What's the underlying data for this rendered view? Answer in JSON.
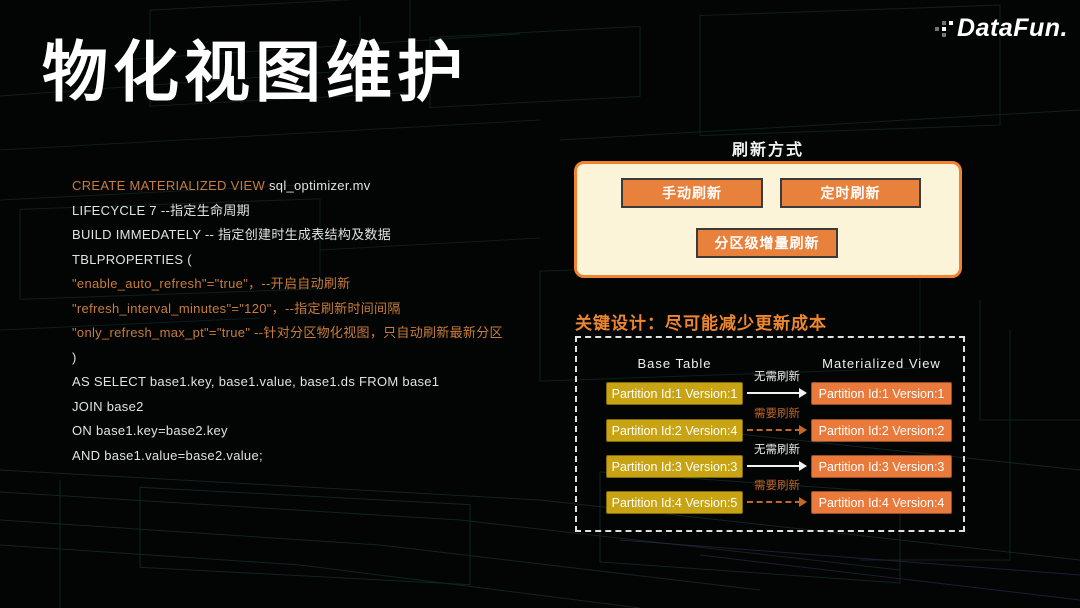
{
  "logo": {
    "text": "DataFun."
  },
  "title": "物化视图维护",
  "colors": {
    "background": "#030404",
    "accent_orange": "#e8813b",
    "panel_cream": "#fcf4d9",
    "panel_border": "#f08331",
    "gold_box": "#c8a313",
    "orange_box": "#e97a3b",
    "code_keyword_orange": "#c87d3a",
    "key_heading_orange": "#ed872f",
    "need_refresh_label": "#bd6428",
    "no_refresh_label": "#e8e8e8"
  },
  "code": {
    "lines": [
      {
        "k": "CREATE MATERIALIZED VIEW ",
        "t": "sql_optimizer.mv"
      },
      {
        "k": "",
        "t": "LIFECYCLE 7 --指定生命周期"
      },
      {
        "k": "",
        "t": "BUILD IMMEDATELY -- 指定创建时生成表结构及数据"
      },
      {
        "k": "",
        "t": "TBLPROPERTIES ("
      },
      {
        "k": "\"enable_auto_refresh\"=\"true\"，--开启自动刷新",
        "t": ""
      },
      {
        "k": "\"refresh_interval_minutes\"=\"120\"，--指定刷新时间间隔",
        "t": ""
      },
      {
        "k": "\"only_refresh_max_pt\"=\"true\" --针对分区物化视图，只自动刷新最新分区",
        "t": ""
      },
      {
        "k": "",
        "t": ")"
      },
      {
        "k": "",
        "t": "AS SELECT base1.key, base1.value, base1.ds FROM base1"
      },
      {
        "k": "",
        "t": "JOIN base2"
      },
      {
        "k": "",
        "t": "ON base1.key=base2.key"
      },
      {
        "k": "",
        "t": "AND base1.value=base2.value;"
      }
    ]
  },
  "refresh_panel": {
    "title": "刷新方式",
    "buttons": [
      "手动刷新",
      "定时刷新",
      "分区级增量刷新"
    ]
  },
  "key_design": {
    "heading": "关键设计：尽可能减少更新成本"
  },
  "diagram": {
    "left_header": "Base Table",
    "right_header": "Materialized View",
    "rows": [
      {
        "left": "Partition Id:1 Version:1",
        "right": "Partition Id:1 Version:1",
        "label": "无需刷新",
        "need_refresh": false
      },
      {
        "left": "Partition Id:2 Version:4",
        "right": "Partition Id:2 Version:2",
        "label": "需要刷新",
        "need_refresh": true
      },
      {
        "left": "Partition Id:3 Version:3",
        "right": "Partition Id:3 Version:3",
        "label": "无需刷新",
        "need_refresh": false
      },
      {
        "left": "Partition Id:4 Version:5",
        "right": "Partition Id:4 Version:4",
        "label": "需要刷新",
        "need_refresh": true
      }
    ]
  }
}
